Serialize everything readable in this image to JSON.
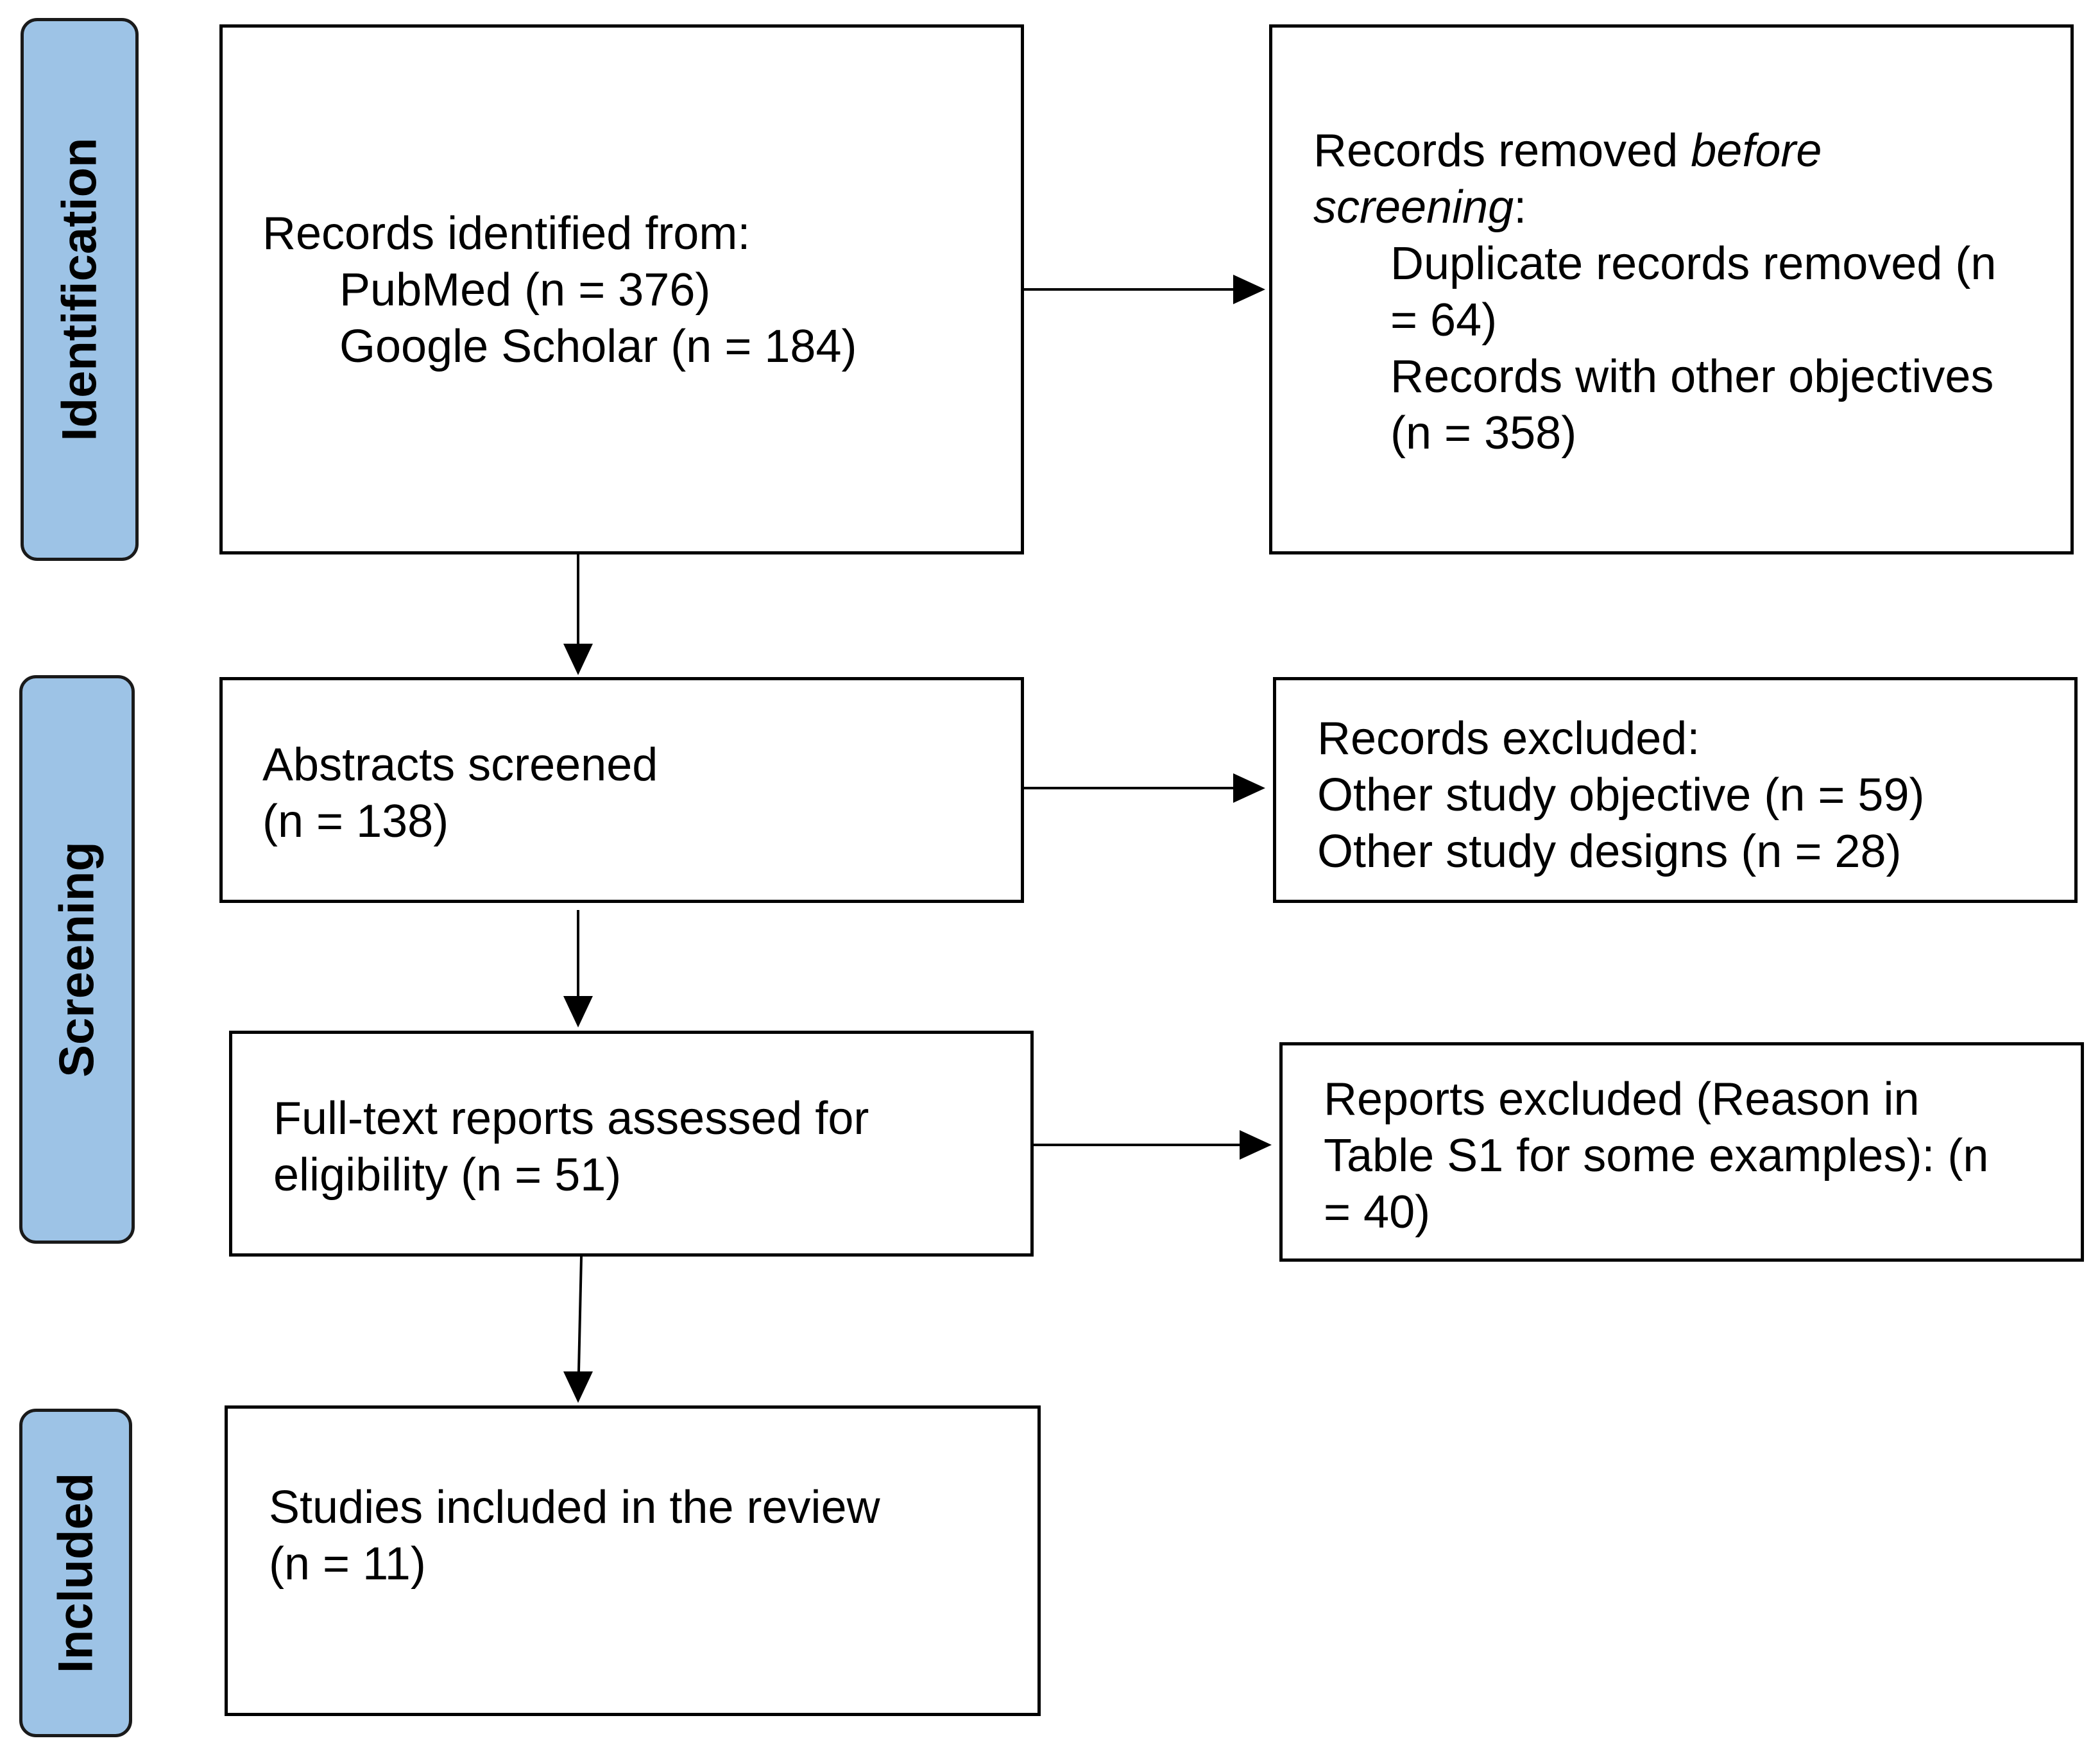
{
  "stages": {
    "identification": "Identification",
    "screening": "Screening",
    "included": "Included"
  },
  "boxes": {
    "records_identified": {
      "heading": "Records identified from:",
      "pubmed": "PubMed (n = 376)",
      "google_scholar": "Google Scholar (n = 184)"
    },
    "records_removed": {
      "heading_start": "Records removed ",
      "heading_italic_1": "before",
      "heading_italic_2": "screening",
      "heading_end": ":",
      "duplicates_line1": "Duplicate records removed (n",
      "duplicates_line2": "= 64)",
      "other_objectives_line1": "Records with other objectives",
      "other_objectives_line2": "(n = 358)"
    },
    "abstracts_screened": {
      "line1": "Abstracts screened",
      "line2": "(n = 138)"
    },
    "records_excluded": {
      "heading": "Records excluded:",
      "objective": "Other study objective (n = 59)",
      "designs": "Other study designs (n = 28)"
    },
    "fulltext_assessed": {
      "line1": "Full-text reports assessed for",
      "line2": "eligibility (n = 51)"
    },
    "reports_excluded": {
      "line1": "Reports excluded (Reason in",
      "line2": "Table S1 for some examples): (n",
      "line3": "= 40)"
    },
    "studies_included": {
      "line1": "Studies included in the review",
      "line2": "(n = 11)"
    }
  },
  "colors": {
    "stage_fill": "#9DC3E6",
    "stroke": "#000000"
  }
}
